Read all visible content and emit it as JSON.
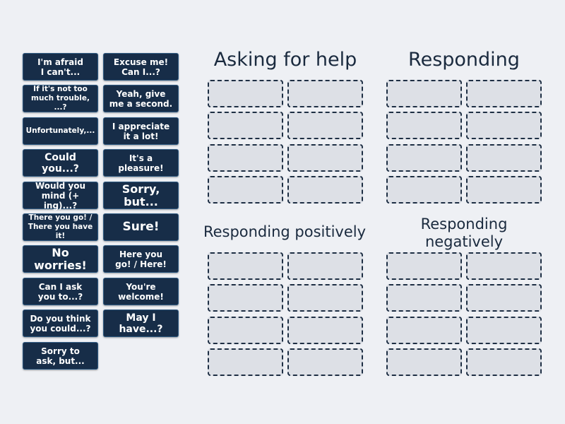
{
  "cards": [
    "I'm afraid\nI can't...",
    "Excuse me!\nCan I...?",
    "If it's not too\nmuch trouble, ...?",
    "Yeah, give\nme a second.",
    "Unfortunately,...",
    "I appreciate\nit a lot!",
    "Could you...?",
    "It's a pleasure!",
    "Would you\nmind (+ ing)...?",
    "Sorry, but...",
    "There you go! /\nThere you have it!",
    "Sure!",
    "No worries!",
    "Here you\ngo! / Here!",
    "Can I ask\nyou to...?",
    "You're\nwelcome!",
    "Do you think\nyou could...?",
    "May I have...?",
    "Sorry to\nask, but..."
  ],
  "groups": {
    "asking": "Asking for help",
    "responding": "Responding",
    "positive": "Responding positively",
    "negative": "Responding\nnegatively"
  }
}
